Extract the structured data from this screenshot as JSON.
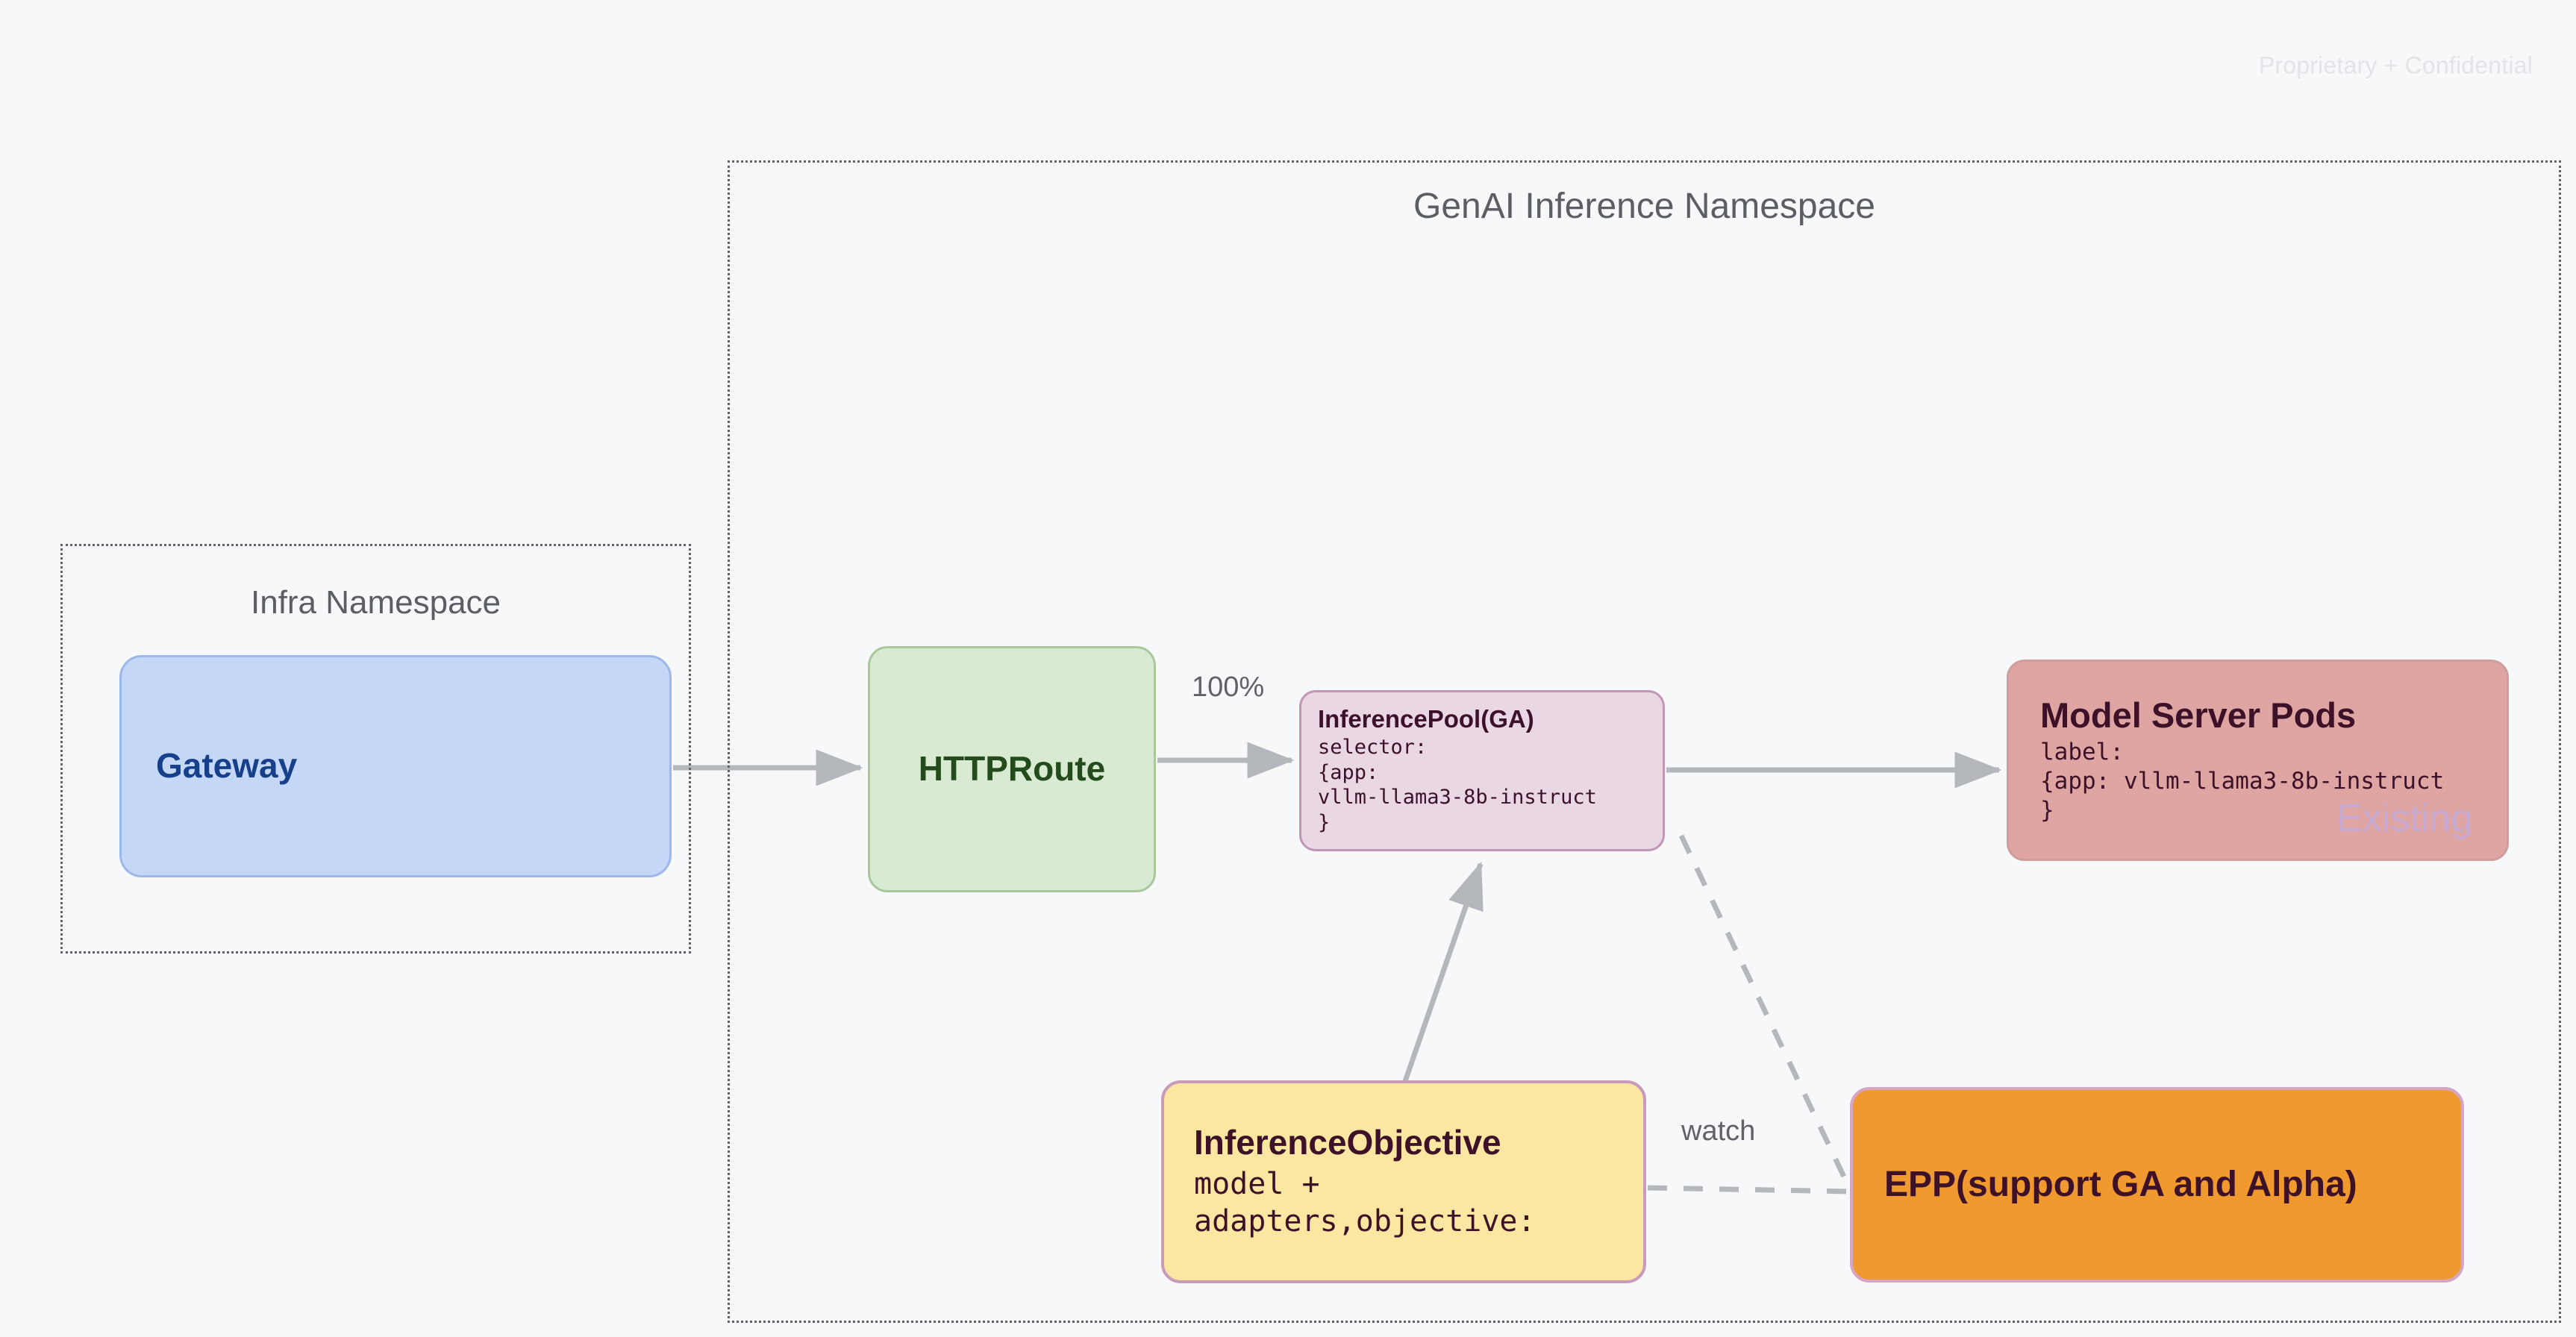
{
  "page": {
    "confidential_notice": "Proprietary + Confidential",
    "background_color": "#f7f8fa"
  },
  "namespaces": [
    {
      "id": "infra",
      "title": "Infra Namespace",
      "border_style": "dotted",
      "border_color": "#5f6368"
    },
    {
      "id": "genai",
      "title": "GenAI Inference Namespace",
      "border_style": "dotted",
      "border_color": "#5f6368"
    }
  ],
  "nodes": {
    "gateway": {
      "title": "Gateway",
      "fill": "#c5d7f6",
      "border": "#9db8e8",
      "text_color": "#17408b"
    },
    "httproute": {
      "title": "HTTPRoute",
      "fill": "#d9ead3",
      "border": "#a8c89b",
      "text_color": "#234b1b"
    },
    "inferencepool": {
      "title": "InferencePool(GA)",
      "body": "selector:\n{app:\nvllm-llama3-8b-instruct\n}",
      "fill": "#e9d7e3",
      "border": "#c295b4",
      "text_color": "#3d1229"
    },
    "modelserver": {
      "title": "Model Server Pods",
      "body": "label:\n{app: vllm-llama3-8b-instruct\n}",
      "watermark": "Existing",
      "fill": "#dfa5a2",
      "border": "#cf9d9c",
      "text_color": "#3d1229",
      "watermark_color": "#c7aad2"
    },
    "inferenceobjective": {
      "title": "InferenceObjective",
      "body": "model +\nadapters,objective:",
      "fill": "#fbe6a2",
      "border": "#c89bba",
      "text_color": "#3d1229"
    },
    "epp": {
      "title": "EPP(support GA and Alpha)",
      "fill": "#f0992f",
      "border": "#d5a6c4",
      "text_color": "#3d1229"
    }
  },
  "edges": {
    "gateway_to_httproute": {
      "label": "",
      "style": "solid"
    },
    "httproute_to_inferencepool": {
      "label": "100%",
      "style": "solid"
    },
    "inferencepool_to_modelserver": {
      "label": "",
      "style": "solid"
    },
    "inferenceobjective_to_inferencepool": {
      "label": "",
      "style": "solid"
    },
    "inferenceobjective_to_epp": {
      "label": "watch",
      "style": "dashed"
    },
    "inferencepool_to_epp": {
      "label": "",
      "style": "dashed"
    }
  },
  "edge_color": "#b4b8bd"
}
